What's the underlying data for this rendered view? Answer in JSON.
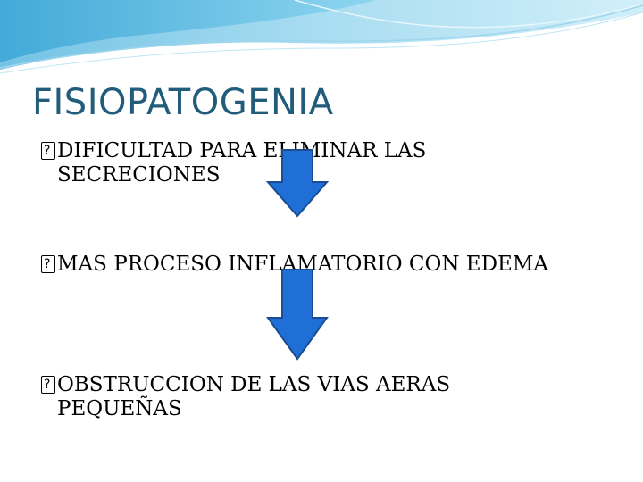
{
  "slide": {
    "title": "FISIOPATOGENIA",
    "bullets": [
      {
        "bullet_icon": "missing-glyph-icon",
        "text": "DIFICULTAD PARA ELIMINAR LAS\nSECRECIONES"
      },
      {
        "bullet_icon": "missing-glyph-icon",
        "text": "MAS PROCESO INFLAMATORIO CON EDEMA"
      },
      {
        "bullet_icon": "missing-glyph-icon",
        "text": "OBSTRUCCION DE LAS VIAS AERAS\nPEQUEÑAS"
      }
    ],
    "arrows": [
      {
        "icon": "down-arrow-icon",
        "color": "#1f6fd6"
      },
      {
        "icon": "down-arrow-icon",
        "color": "#1f6fd6"
      }
    ],
    "colors": {
      "title": "#215d7a",
      "header_wave": "#7cc8e6",
      "arrow_fill": "#1f6fd6",
      "arrow_stroke": "#1a4d8f"
    }
  }
}
